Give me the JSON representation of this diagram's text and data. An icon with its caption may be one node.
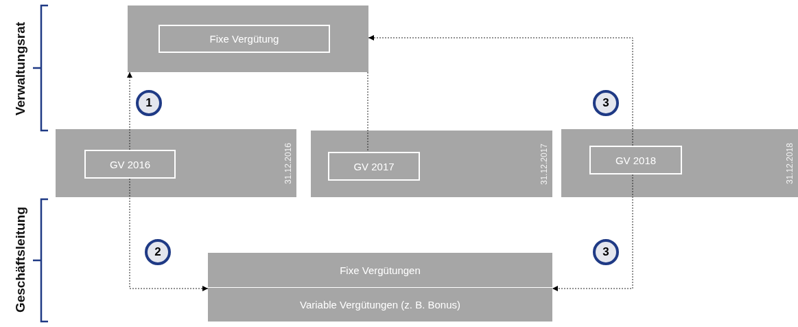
{
  "diagram": {
    "nodes": [
      {
        "text": [],
        "shape": "box"
      },
      {
        "text": [
          "Fixe Vergütung"
        ],
        "in": 0
      },
      {
        "text": [
          "31.12.2016"
        ]
      },
      {
        "text": [
          "GV 2016"
        ],
        "in": 2
      },
      {
        "text": [
          "31.12.2017"
        ]
      },
      {
        "text": [
          "GV 2017"
        ],
        "in": 4
      },
      {
        "text": [
          "31.12.2018"
        ]
      },
      {
        "text": [
          "GV 2018"
        ],
        "in": 6
      },
      {
        "text": [
          "Fixe Vergütungen",
          "Variable Vergütungen (z. B. Bonus)"
        ]
      }
    ],
    "edges": [
      {
        "from": 3,
        "to": 0,
        "arrow": "to",
        "style": "dashed"
      },
      {
        "from": 0,
        "to": 5,
        "arrow": "none",
        "style": "dashed"
      },
      {
        "from": 7,
        "to": 0,
        "arrow": "to",
        "style": "dashed"
      },
      {
        "from": 3,
        "to": 8,
        "arrow": "to",
        "style": "dashed"
      },
      {
        "from": 7,
        "to": 8,
        "arrow": "to",
        "style": "dashed"
      }
    ],
    "labels": [
      "Verwaltungsrat",
      "1",
      "3",
      "Geschäftsleitung",
      "2",
      "3"
    ]
  }
}
